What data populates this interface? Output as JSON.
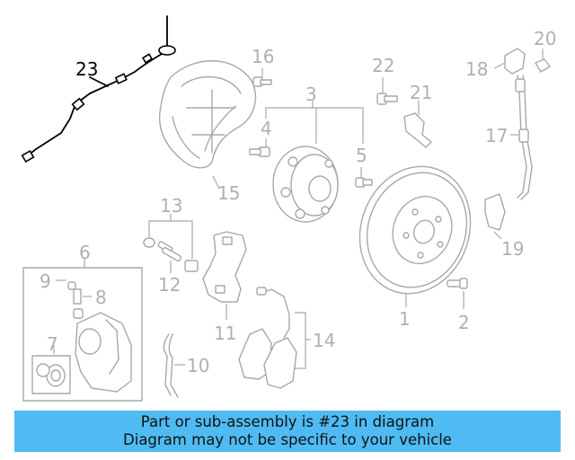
{
  "callouts": {
    "c1": "1",
    "c2": "2",
    "c3": "3",
    "c4": "4",
    "c5": "5",
    "c6": "6",
    "c7": "7",
    "c8": "8",
    "c9": "9",
    "c10": "10",
    "c11": "11",
    "c12": "12",
    "c13": "13",
    "c14": "14",
    "c15": "15",
    "c16": "16",
    "c17": "17",
    "c18": "18",
    "c19": "19",
    "c20": "20",
    "c21": "21",
    "c22": "22",
    "c23": "23"
  },
  "highlighted_part": "23",
  "banner": {
    "line1": "Part or sub-assembly is #23 in diagram",
    "line2": "Diagram may not be specific to your vehicle",
    "color": "#4fbbf2"
  }
}
